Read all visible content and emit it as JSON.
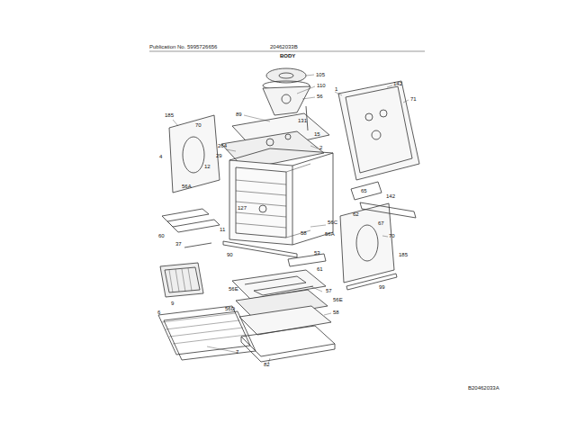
{
  "diagram": {
    "title": "BODY",
    "labels": [
      "Publication No. 5995726656",
      "20462033B",
      "B20462033A",
      "105",
      "110",
      "56",
      "89",
      "131",
      "15",
      "1",
      "142",
      "71",
      "185",
      "70",
      "264",
      "2",
      "12",
      "29",
      "4",
      "56A",
      "127",
      "11",
      "56C",
      "65",
      "142",
      "62",
      "67",
      "56A",
      "70",
      "58",
      "37",
      "90",
      "60",
      "53",
      "61",
      "185",
      "99",
      "9",
      "56E",
      "57",
      "56E",
      "56D",
      "6",
      "58",
      "7",
      "82"
    ]
  }
}
